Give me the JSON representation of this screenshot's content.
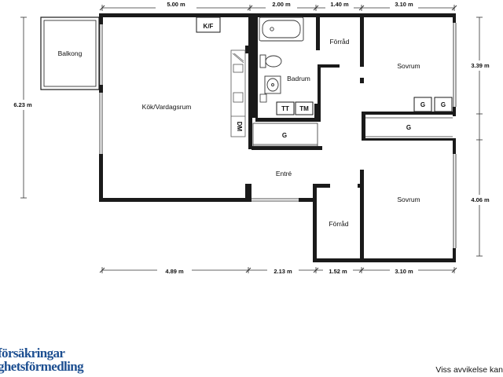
{
  "rooms": {
    "balkong": "Balkong",
    "kok": "Kök/Vardagsrum",
    "badrum": "Badrum",
    "forrad_top": "Förråd",
    "sovrum_top": "Sovrum",
    "entre": "Entré",
    "sovrum_bottom": "Sovrum",
    "forrad_bottom": "Förråd"
  },
  "fixtures": {
    "kf": "K/F",
    "dm": "DM",
    "tt": "TT",
    "tm": "TM",
    "g_hall": "G",
    "g_sovrum_1": "G",
    "g_sovrum_2": "G",
    "g_corridor": "G"
  },
  "dimensions": {
    "top_1": "5.00 m",
    "top_2": "2.00 m",
    "top_3": "1.40 m",
    "top_4": "3.10 m",
    "bottom_1": "4.89 m",
    "bottom_2": "2.13 m",
    "bottom_3": "1.52 m",
    "bottom_4": "3.10 m",
    "left": "6.23 m",
    "right_top": "3.39 m",
    "right_bottom": "4.06 m"
  },
  "footer": {
    "brand_line1": "försäkringar",
    "brand_line2": "ghetsförmedling",
    "disclaimer": "Viss avvikelse kan"
  },
  "colors": {
    "wall": "#1a1a1a",
    "brand": "#1d4f91"
  }
}
